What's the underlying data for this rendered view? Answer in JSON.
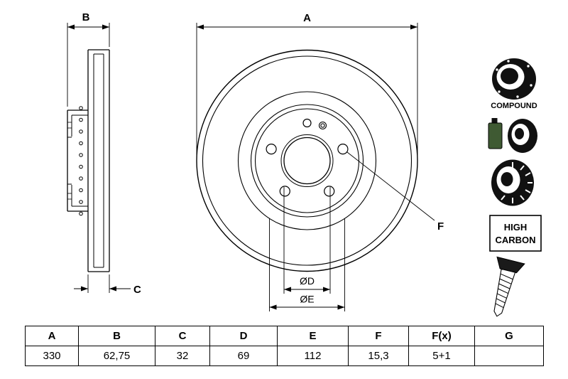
{
  "drawing": {
    "labels": {
      "a": "A",
      "b": "B",
      "c": "C",
      "d": "ØD",
      "e": "ØE",
      "f": "F"
    },
    "icons": {
      "compound_label": "COMPOUND",
      "high_carbon_line1": "HIGH",
      "high_carbon_line2": "CARBON"
    },
    "colors": {
      "line": "#000000",
      "icon_green": "#3f5a33"
    }
  },
  "table": {
    "headers": [
      "A",
      "B",
      "C",
      "D",
      "E",
      "F",
      "F(x)",
      "G"
    ],
    "values": [
      "330",
      "62,75",
      "32",
      "69",
      "112",
      "15,3",
      "5+1",
      ""
    ]
  }
}
